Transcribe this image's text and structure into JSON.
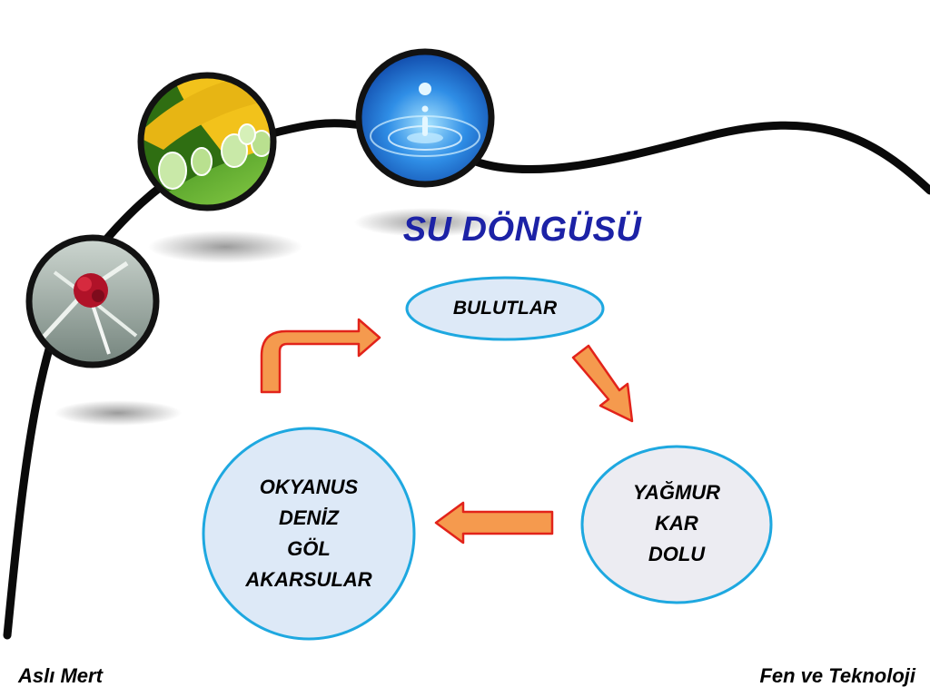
{
  "slide": {
    "title": "SU DÖNGÜSÜ",
    "footer_left": "Aslı Mert",
    "footer_right": "Fen ve Teknoloji"
  },
  "nodes": {
    "clouds": {
      "label": "BULUTLAR"
    },
    "precipitation": {
      "lines": [
        "YAĞMUR",
        "KAR",
        "DOLU"
      ]
    },
    "water_bodies": {
      "lines": [
        "OKYANUS",
        "DENİZ",
        "GÖL",
        "AKARSULAR"
      ]
    }
  },
  "photos": [
    {
      "subject": "frosted red flower"
    },
    {
      "subject": "water drops on leaf"
    },
    {
      "subject": "water droplet splash"
    }
  ],
  "colors": {
    "title": "#1c22a6",
    "node_border": "#1ea8e0",
    "node_fill": "#dde9f7",
    "node_fill_light": "#ececf2",
    "arrow_fill": "#f59a4e",
    "arrow_stroke": "#e2231a"
  }
}
